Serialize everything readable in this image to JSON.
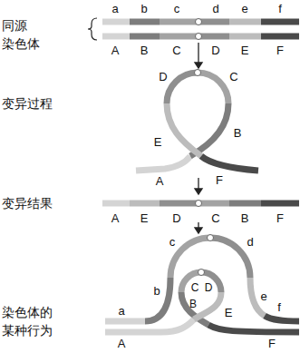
{
  "diagram": {
    "labels": [
      "同源 染色体",
      "a",
      "b",
      "c",
      "d",
      "e",
      "f",
      "A",
      "B",
      "C",
      "D",
      "E",
      "F",
      "D",
      "C",
      "变异过程",
      "E",
      "B",
      "A",
      "F",
      "变异结果",
      "A",
      "E",
      "D",
      "C",
      "B",
      "F",
      "c",
      "d",
      "b",
      "C",
      "D",
      "B",
      "E",
      "e",
      "a",
      "f",
      "染色体的 某种行为",
      "A",
      "F"
    ]
  }
}
